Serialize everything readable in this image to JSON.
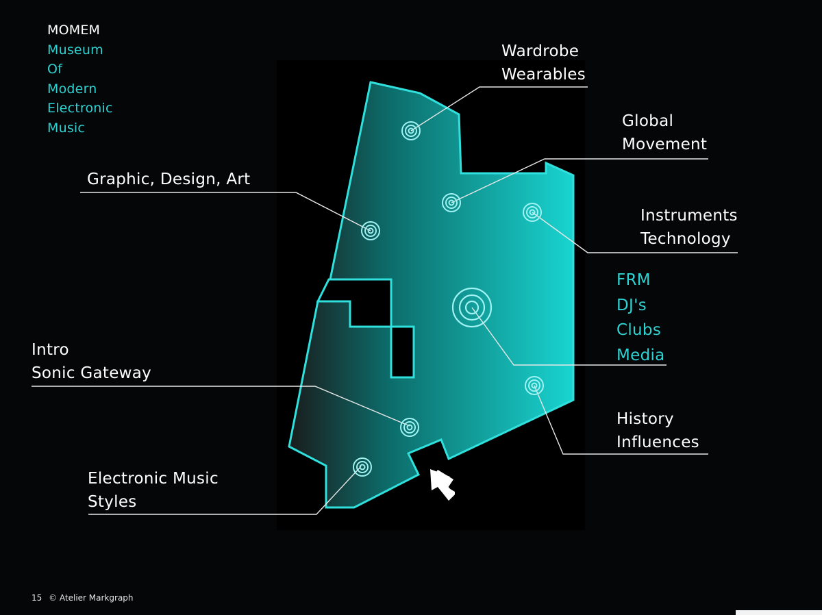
{
  "logo": {
    "brand": "MOMEM",
    "lines": [
      "Museum",
      "Of",
      "Modern",
      "Electronic",
      "Music"
    ]
  },
  "zones": [
    {
      "id": "wardrobe",
      "lines": [
        "Wardrobe",
        "Wearables"
      ]
    },
    {
      "id": "global",
      "lines": [
        "Global",
        "Movement"
      ]
    },
    {
      "id": "graphic",
      "lines": [
        "Graphic, Design, Art"
      ]
    },
    {
      "id": "instruments",
      "lines": [
        "Instruments",
        "Technology"
      ]
    },
    {
      "id": "frm",
      "lines": [
        "FRM",
        "DJ's",
        "Clubs",
        "Media"
      ]
    },
    {
      "id": "intro",
      "lines": [
        "Intro",
        "Sonic Gateway"
      ]
    },
    {
      "id": "history",
      "lines": [
        "History",
        "Influences"
      ]
    },
    {
      "id": "styles",
      "lines": [
        "Electronic Music",
        "Styles"
      ]
    }
  ],
  "footer": {
    "page": "15",
    "copyright": "© Atelier Markgraph"
  },
  "colors": {
    "accent": "#2fd2d2",
    "floor_dark": "#1a1c1c",
    "floor_light": "#19d4d0",
    "background": "#050607"
  },
  "icons": {
    "entrance": "entrance-arrow-icon",
    "marker": "target-marker-icon"
  }
}
